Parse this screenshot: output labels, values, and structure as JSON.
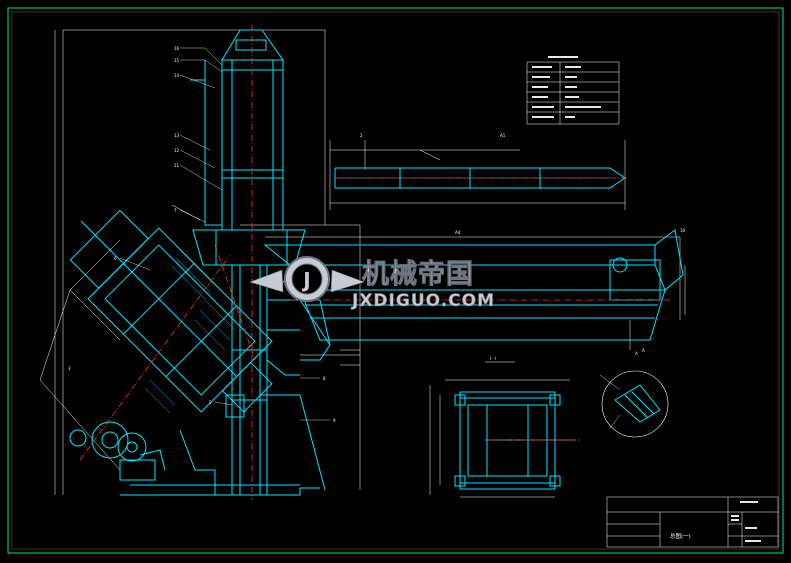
{
  "watermark": {
    "chinese": "机械帝国",
    "english": "JXDIGUO.COM",
    "colors": {
      "text": "#c9cbd3",
      "outline": "#6f737c"
    }
  },
  "section_label": {
    "name": "I - I"
  },
  "title_block": {
    "line1": "",
    "line2": "总图(一)"
  },
  "colors": {
    "frame": "#00e676",
    "outline": "#00e5ff",
    "centerline": "#ff3030",
    "dimension": "#ffffff",
    "background": "#000000"
  }
}
